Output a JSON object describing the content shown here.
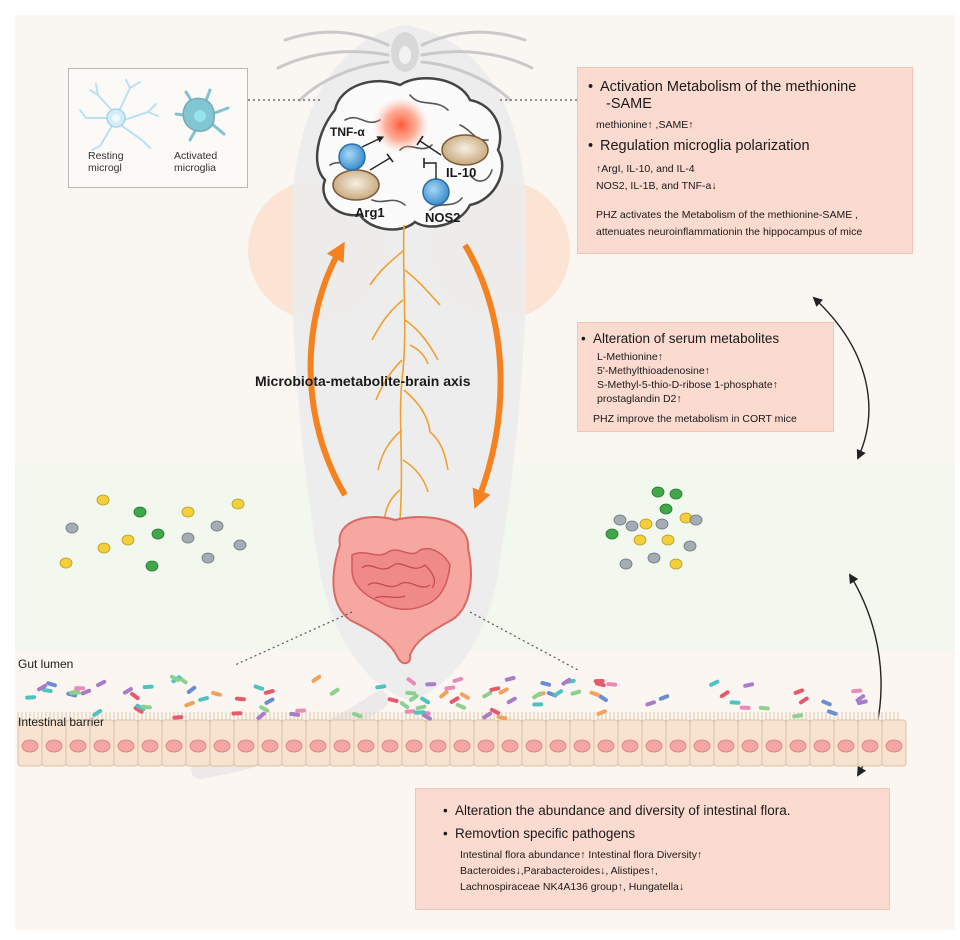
{
  "micro_legend": {
    "resting": "Resting\nmicrogl",
    "activated": "Activated\nmicroglia"
  },
  "brain": {
    "tnf": "TNF-α",
    "il10": "IL-10",
    "arg1": "Arg1",
    "nos2": "NOS2"
  },
  "axis_label": "Microbiota-metabolite-brain axis",
  "gut": {
    "lumen": "Gut lumen",
    "barrier": "Intestinal barrier"
  },
  "panel_brain": {
    "b1_title_a": "Activation Metabolism of the methionine",
    "b1_title_b": "-SAME",
    "b1_line": "methionine↑ ,SAME↑",
    "b2_title": "Regulation  microglia polarization",
    "b2_line1": "↑ArgI, IL-10, and IL-4",
    "b2_line2": "NOS2, IL-1B, and TNF-a↓",
    "summary1": "PHZ activates the Metabolism of the methionine-SAME ,",
    "summary2": "attenuates neuroinflammationin the hippocampus of mice"
  },
  "panel_serum": {
    "title": "Alteration of serum metabolites",
    "items": [
      "L-Methionine↑",
      "5'-Methylthioadenosine↑",
      "S-Methyl-5-thio-D-ribose 1-phosphate↑",
      "prostaglandin D2↑"
    ],
    "summary": "PHZ improve the metabolism in CORT mice"
  },
  "panel_flora": {
    "b1": "Alteration the abundance and diversity of intestinal flora.",
    "b2": "Removtion specific pathogens",
    "lines": [
      "Intestinal flora abundance↑   Intestinal flora Diversity↑",
      "Bacteroides↓,Parabacteroides↓, Alistipes↑,",
      "Lachnospiraceae NK4A136 group↑, Hungatella↓"
    ]
  },
  "colors": {
    "panel": "#fbdad0",
    "arrow": "#f5821f",
    "nerve": "#f0a030",
    "microglia_resting": "#9dd3ec",
    "microglia_activated": "#2e9db5",
    "cell_blue": "#4a9fd8",
    "gut": "#f39b94",
    "epithelium": "#f7e3cf",
    "nucleus": "#f4a6a4"
  },
  "icons": [
    "microglia-icon",
    "brain-icon",
    "mouse-silhouette-icon",
    "nerve-icon",
    "intestine-icon",
    "bacteria-icon",
    "metabolite-dot-icon"
  ]
}
